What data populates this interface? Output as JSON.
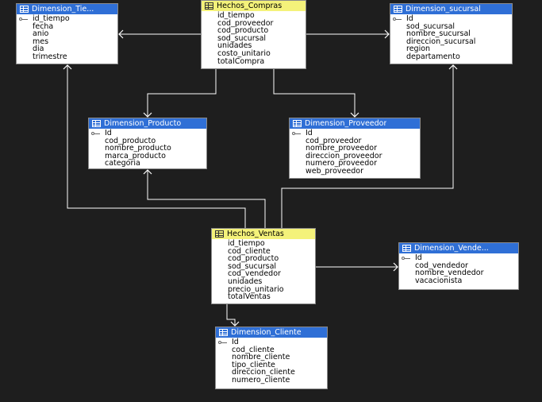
{
  "tables": [
    {
      "id": "dim_tiempo",
      "kind": "dim",
      "title": "Dimension_Tie...",
      "columns": [
        {
          "name": "id_tiempo",
          "key": true
        },
        {
          "name": "fecha"
        },
        {
          "name": "anio"
        },
        {
          "name": "mes"
        },
        {
          "name": "dia"
        },
        {
          "name": "trimestre"
        }
      ]
    },
    {
      "id": "hechos_compras",
      "kind": "fact",
      "title": "Hechos_Compras",
      "columns": [
        {
          "name": "id_tiempo"
        },
        {
          "name": "cod_proveedor"
        },
        {
          "name": "cod_producto"
        },
        {
          "name": "sod_sucursal"
        },
        {
          "name": "unidades"
        },
        {
          "name": "costo_unitario"
        },
        {
          "name": "totalCompra"
        }
      ]
    },
    {
      "id": "dim_sucursal",
      "kind": "dim",
      "title": "Dimension_sucursal",
      "columns": [
        {
          "name": "Id",
          "key": true
        },
        {
          "name": "sod_sucursal"
        },
        {
          "name": "nombre_sucursal"
        },
        {
          "name": "direccion_sucursal"
        },
        {
          "name": "region"
        },
        {
          "name": "departamento"
        }
      ]
    },
    {
      "id": "dim_producto",
      "kind": "dim",
      "title": "Dimension_Producto",
      "columns": [
        {
          "name": "Id",
          "key": true
        },
        {
          "name": "cod_producto"
        },
        {
          "name": "nombre_producto"
        },
        {
          "name": "marca_producto"
        },
        {
          "name": "categoria"
        }
      ]
    },
    {
      "id": "dim_proveedor",
      "kind": "dim",
      "title": "Dimension_Proveedor",
      "columns": [
        {
          "name": "Id",
          "key": true
        },
        {
          "name": "cod_proveedor"
        },
        {
          "name": "nombre_proveedor"
        },
        {
          "name": "direccion_proveedor"
        },
        {
          "name": "numero_proveedor"
        },
        {
          "name": "web_proveedor"
        }
      ]
    },
    {
      "id": "hechos_ventas",
      "kind": "fact",
      "title": "Hechos_Ventas",
      "columns": [
        {
          "name": "id_tiempo"
        },
        {
          "name": "cod_cliente"
        },
        {
          "name": "cod_producto"
        },
        {
          "name": "sod_sucursal"
        },
        {
          "name": "cod_vendedor"
        },
        {
          "name": "unidades"
        },
        {
          "name": "precio_unitario"
        },
        {
          "name": "totalVentas"
        }
      ]
    },
    {
      "id": "dim_vendedor",
      "kind": "dim",
      "title": "Dimension_Vende...",
      "columns": [
        {
          "name": "Id",
          "key": true
        },
        {
          "name": "cod_vendedor"
        },
        {
          "name": "nombre_vendedor"
        },
        {
          "name": "vacacionista"
        }
      ]
    },
    {
      "id": "dim_cliente",
      "kind": "dim",
      "title": "Dimension_Cliente",
      "columns": [
        {
          "name": "Id",
          "key": true
        },
        {
          "name": "cod_cliente"
        },
        {
          "name": "nombre_cliente"
        },
        {
          "name": "tipo_cliente"
        },
        {
          "name": "direccion_cliente"
        },
        {
          "name": "numero_cliente"
        }
      ]
    }
  ],
  "relationships": [
    {
      "from": "hechos_compras",
      "to": "dim_tiempo"
    },
    {
      "from": "hechos_compras",
      "to": "dim_sucursal"
    },
    {
      "from": "hechos_compras",
      "to": "dim_producto"
    },
    {
      "from": "hechos_compras",
      "to": "dim_proveedor"
    },
    {
      "from": "hechos_ventas",
      "to": "dim_tiempo"
    },
    {
      "from": "hechos_ventas",
      "to": "dim_producto"
    },
    {
      "from": "hechos_ventas",
      "to": "dim_sucursal"
    },
    {
      "from": "hechos_ventas",
      "to": "dim_vendedor"
    },
    {
      "from": "hechos_ventas",
      "to": "dim_cliente"
    }
  ],
  "colors": {
    "background": "#1e1e1e",
    "dimension_header": "#2f6fd6",
    "fact_header": "#f4f27a",
    "connector": "#ffffff"
  }
}
